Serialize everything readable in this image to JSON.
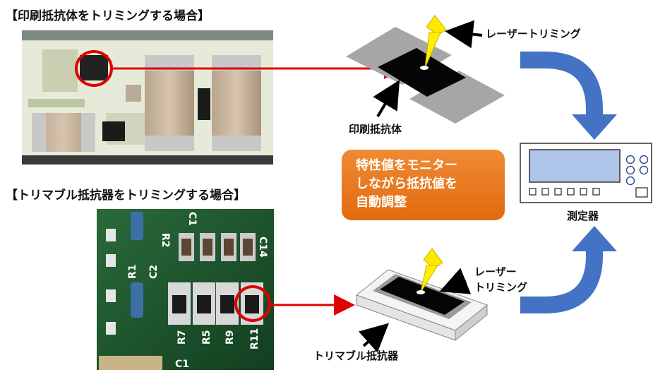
{
  "heading_printed": "【印刷抵抗体をトリミングする場合】",
  "heading_trimmable": "【トリマブル抵抗器をトリミングする場合】",
  "label_laser_top": "レーザートリミング",
  "label_printed_resistor": "印刷抵抗体",
  "label_laser_bottom_line1": "レーザー",
  "label_laser_bottom_line2": "トリミング",
  "label_trimmable_resistor": "トリマブル抵抗器",
  "label_meter": "測定器",
  "callout": {
    "line1": "特性値をモニター",
    "line2": "しながら抵抗値を",
    "line3": "自動調整"
  },
  "pcb_labels": {
    "r2": "R2",
    "r1": "R1",
    "c2": "C2",
    "c1_top": "C1",
    "c14": "C14",
    "r7": "R7",
    "r5": "R5",
    "r9": "R9",
    "r11": "R11",
    "c1_bottom": "C1"
  },
  "colors": {
    "arrow_red": "#e00000",
    "flow_blue": "#4472c4",
    "callout_orange": "#ed7d31",
    "pcb_green": "#1f5a2e"
  }
}
